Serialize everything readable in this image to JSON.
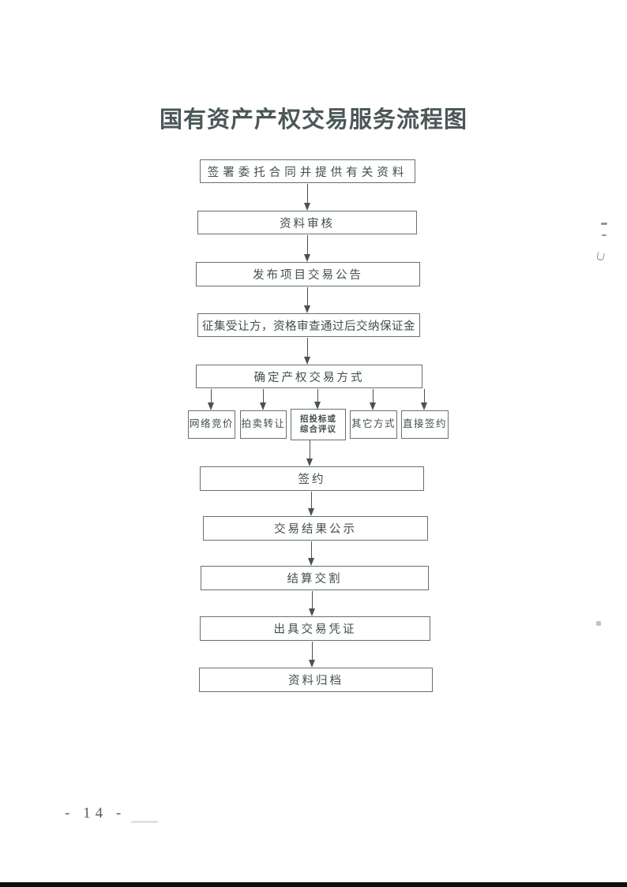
{
  "page": {
    "title": "国有资产产权交易服务流程图",
    "page_number": "- 14 -"
  },
  "flow": {
    "steps": [
      {
        "id": "sign-entrust-contract",
        "label": "签署委托合同并提供有关资料"
      },
      {
        "id": "material-review",
        "label": "资料审核"
      },
      {
        "id": "publish-announcement",
        "label": "发布项目交易公告"
      },
      {
        "id": "solicit-transferees",
        "label": "征集受让方，资格审查通过后交纳保证金"
      },
      {
        "id": "determine-method",
        "label": "确定产权交易方式"
      },
      {
        "id": "signing",
        "label": "签约"
      },
      {
        "id": "result-publicity",
        "label": "交易结果公示"
      },
      {
        "id": "settlement-delivery",
        "label": "结算交割"
      },
      {
        "id": "issue-voucher",
        "label": "出具交易凭证"
      },
      {
        "id": "archive",
        "label": "资料归档"
      }
    ],
    "branches": [
      {
        "id": "online-bidding",
        "label": "网络竞价"
      },
      {
        "id": "auction-transfer",
        "label": "拍卖转让"
      },
      {
        "id": "tender-or-evaluation",
        "label": "招投标或综合评议",
        "line1": "招投标或",
        "line2": "综合评议"
      },
      {
        "id": "other-methods",
        "label": "其它方式"
      },
      {
        "id": "direct-signing",
        "label": "直接签约"
      }
    ]
  },
  "colors": {
    "ink": "#414d4c",
    "box_border": "#67716f",
    "arrow": "#49534f",
    "bottom_scan_bar": "#0c0e0e",
    "background": "#ffffff"
  }
}
